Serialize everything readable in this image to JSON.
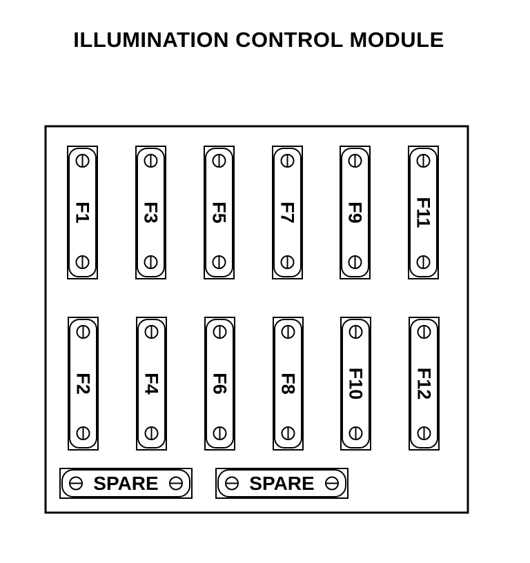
{
  "title": "ILLUMINATION CONTROL MODULE",
  "fuses_top_row": [
    "F1",
    "F3",
    "F5",
    "F7",
    "F9",
    "F11"
  ],
  "fuses_bottom_row": [
    "F2",
    "F4",
    "F6",
    "F8",
    "F10",
    "F12"
  ],
  "spares": [
    "SPARE",
    "SPARE"
  ],
  "colors": {
    "line": "#000000",
    "background": "#ffffff"
  }
}
